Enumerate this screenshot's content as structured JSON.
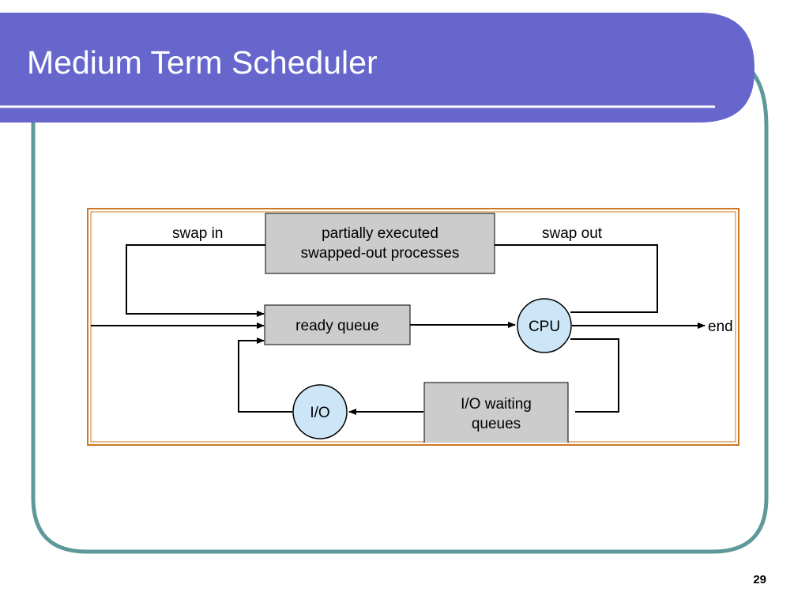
{
  "slide": {
    "title": "Medium Term Scheduler",
    "page_number": "29"
  },
  "colors": {
    "header_fill": "#6666cc",
    "frame_stroke": "#5f9898",
    "diagram_border": "#cc7722",
    "box_fill": "#cccccc",
    "circle_fill": "#cce6f7"
  },
  "diagram": {
    "labels": {
      "swap_in": "swap in",
      "swap_out": "swap out",
      "end": "end"
    },
    "boxes": {
      "swapped_out": [
        "partially executed",
        "swapped-out processes"
      ],
      "ready_queue": "ready queue",
      "io_waiting": [
        "I/O waiting",
        "queues"
      ]
    },
    "circles": {
      "cpu": "CPU",
      "io": "I/O"
    }
  }
}
